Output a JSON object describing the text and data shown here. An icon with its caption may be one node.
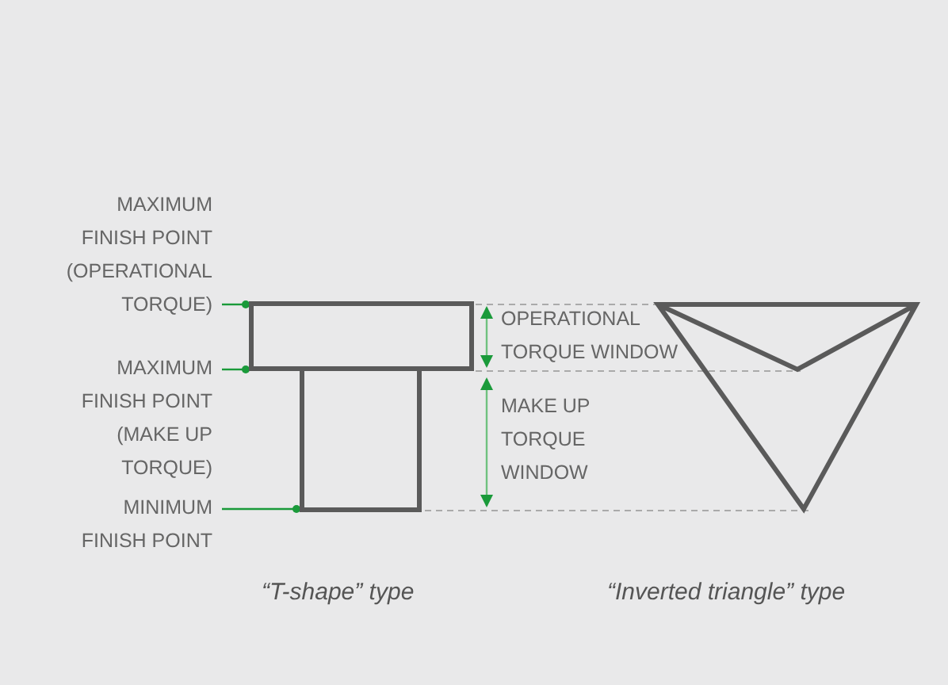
{
  "diagram": {
    "nodes": [
      {
        "text": [
          "MAXIMUM FINISH POINT (OPERATIONAL TORQUE)"
        ]
      },
      {
        "text": [
          "MAXIMUM FINISH POINT (MAKE UP TORQUE)"
        ]
      },
      {
        "text": [
          "MINIMUM FINISH POINT"
        ]
      },
      {
        "text": [],
        "shape": "box"
      },
      {
        "text": [],
        "shape": "box"
      }
    ],
    "edges": [
      {
        "from": 0,
        "to": 3,
        "arrow": "other"
      },
      {
        "from": 1,
        "to": 3,
        "arrow": "other"
      },
      {
        "from": 2,
        "to": 4,
        "arrow": "other"
      }
    ],
    "labels": [
      "OPERATIONAL TORQUE WINDOW",
      "MAKE UP TORQUE WINDOW",
      "“T-shape” type",
      "“Inverted triangle” type"
    ]
  }
}
